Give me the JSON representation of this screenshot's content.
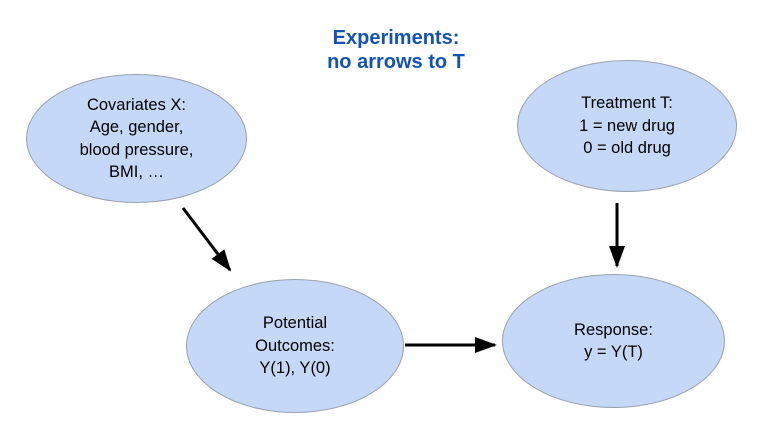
{
  "title": {
    "lines": [
      "Experiments:",
      "no arrows to T"
    ]
  },
  "nodes": {
    "covariates": {
      "lines": [
        "Covariates X:",
        "Age, gender,",
        "blood pressure,",
        "BMI, …"
      ]
    },
    "treatment": {
      "lines": [
        "Treatment T:",
        "1 = new drug",
        "0 = old drug"
      ]
    },
    "potential_outcomes": {
      "lines": [
        "Potential",
        "Outcomes:",
        "Y(1), Y(0)"
      ]
    },
    "response": {
      "lines": [
        "Response:",
        "y = Y(T)"
      ]
    }
  },
  "edges": [
    {
      "from": "covariates",
      "to": "potential_outcomes"
    },
    {
      "from": "potential_outcomes",
      "to": "response"
    },
    {
      "from": "treatment",
      "to": "response"
    }
  ],
  "colors": {
    "title": "#1253b4",
    "node_fill": "#c5d8f7",
    "node_border": "#99a1ad",
    "arrow": "#000000"
  }
}
